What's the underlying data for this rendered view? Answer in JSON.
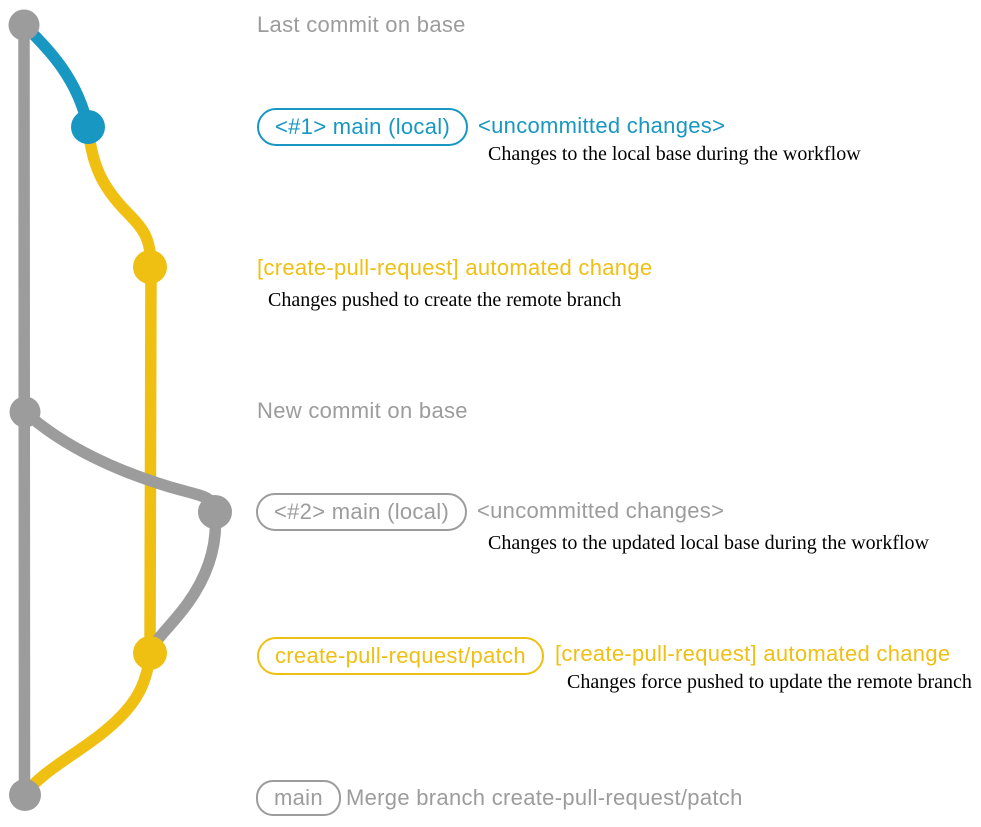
{
  "colors": {
    "base_gray": "#9c9c9c",
    "local_blue": "#1797c1",
    "remote_yellow": "#efbf12",
    "description_black": "#000000"
  },
  "rows": {
    "last_commit": {
      "title": "Last commit on base"
    },
    "main_local_1": {
      "badge": "<#1> main (local)",
      "title": "<uncommitted changes>",
      "desc": "Changes to the local base during the workflow"
    },
    "automated_change_1": {
      "title": "[create-pull-request] automated change",
      "desc": "Changes pushed to create the remote branch"
    },
    "new_commit": {
      "title": "New commit on base"
    },
    "main_local_2": {
      "badge": "<#2> main (local)",
      "title": "<uncommitted changes>",
      "desc": "Changes to the updated local base during the workflow"
    },
    "patch_branch": {
      "badge": "create-pull-request/patch",
      "title": "[create-pull-request] automated change",
      "desc": "Changes force pushed to update the remote branch"
    },
    "merge": {
      "badge": "main",
      "title": "Merge branch create-pull-request/patch"
    }
  }
}
